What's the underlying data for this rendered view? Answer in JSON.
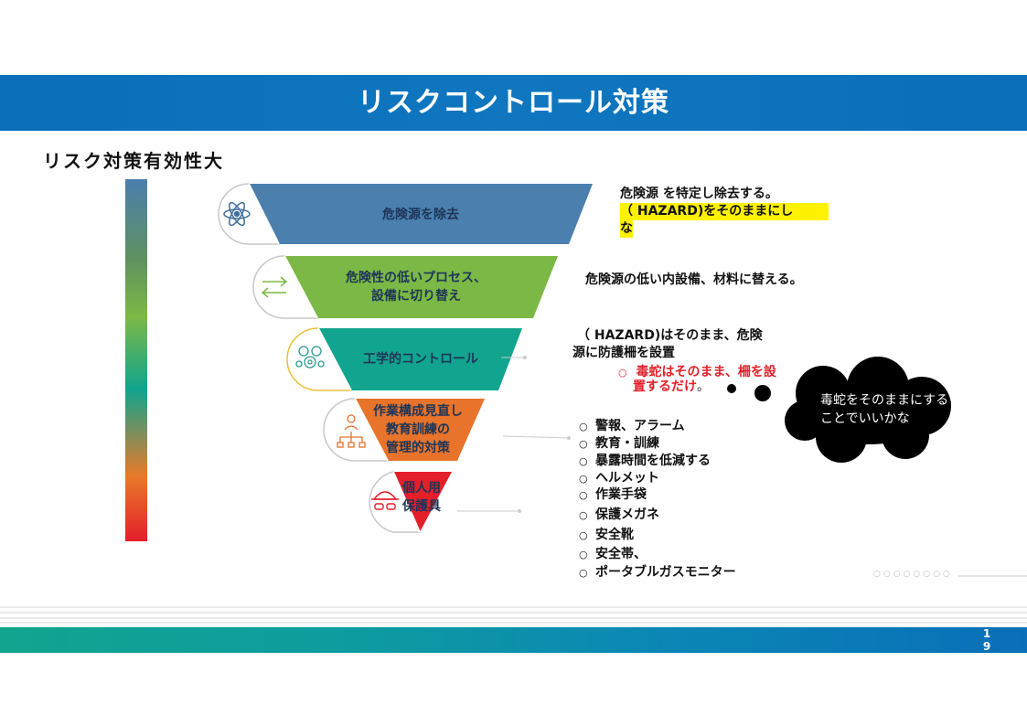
{
  "slide": {
    "title": "リスクコントロール対策",
    "heading": "リスク対策有効性大",
    "page_number": "19",
    "dots": "○○○○○○○○"
  },
  "levels": [
    {
      "label": "危険源を除去",
      "color": "#4a7fae",
      "icon": "atom-icon"
    },
    {
      "label": "危険性の低いプロセス、\n設備に切り替え",
      "color": "#7cb845",
      "icon": "swap-arrows-icon"
    },
    {
      "label": "工学的コントロール",
      "color": "#11a48e",
      "icon": "gear-group-icon"
    },
    {
      "label": "作業構成見直し\n教育訓練の\n管理的対策",
      "color": "#e8732a",
      "icon": "worker-hierarchy-icon"
    },
    {
      "label": "個人用\n保護具",
      "color": "#e41f2a",
      "icon": "hardhat-goggles-icon"
    }
  ],
  "notes": {
    "eliminate_line1": "危険源 を特定し除去する。",
    "eliminate_line2": "（ HAZARD)をそのままにし",
    "eliminate_line3": "な",
    "substitute": "危険源の低い内設備、材料に替える。",
    "engineering_line1": "（ HAZARD)はそのまま、危険",
    "engineering_line2": "源に防護柵を設置",
    "engineering_sub_line1": "毒蛇はそのまま、柵を設",
    "engineering_sub_line2": "置するだけ",
    "engineering_sub_tail": "。"
  },
  "admin_ppe_list": [
    "警報、アラーム",
    "教育・訓練",
    "暴露時間を低減する",
    "ヘルメット",
    "作業手袋",
    "保護メガネ",
    "安全靴",
    "安全帯、",
    "ポータブルガスモニター"
  ],
  "cloud": {
    "text": "毒蛇をそのままにすることでいいかな"
  },
  "colors": {
    "title_bar": "#0a6fb8",
    "highlight": "#fff200",
    "warning_red": "#e41f2a"
  }
}
